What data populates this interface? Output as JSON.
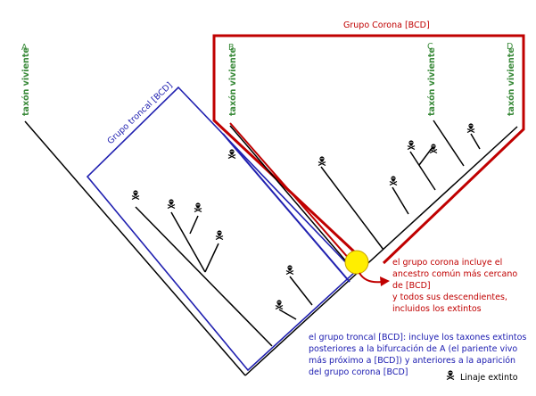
{
  "crown_group": {
    "title": "Grupo Corona  [BCD]",
    "color": "#c00000"
  },
  "stem_group": {
    "title": "Grupo troncal [BCD]",
    "color": "#2020b0"
  },
  "taxa": [
    {
      "letter": "A",
      "status": "taxón viviente"
    },
    {
      "letter": "B",
      "status": "taxón viviente"
    },
    {
      "letter": "C",
      "status": "taxón viviente"
    },
    {
      "letter": "D",
      "status": "taxón viviente"
    }
  ],
  "crown_note": [
    "el grupo corona incluye el",
    "ancestro común más cercano",
    "de [BCD]",
    "y todos sus descendientes,",
    "incluidos los extintos"
  ],
  "stem_note": [
    "el grupo troncal [BCD]: incluye los taxones extintos",
    "posteriores a la bifurcación de A (el pariente vivo",
    "más próximo a [BCD]) y anteriores a la aparición",
    "del grupo corona [BCD]"
  ],
  "legend": {
    "label": "Linaje extinto",
    "icon": "skull-and-crossbones-icon"
  },
  "colors": {
    "crown": "#c00000",
    "stem": "#2020b0",
    "taxon_label": "#3a8a3a",
    "ancestor_node": "#ffee00"
  }
}
